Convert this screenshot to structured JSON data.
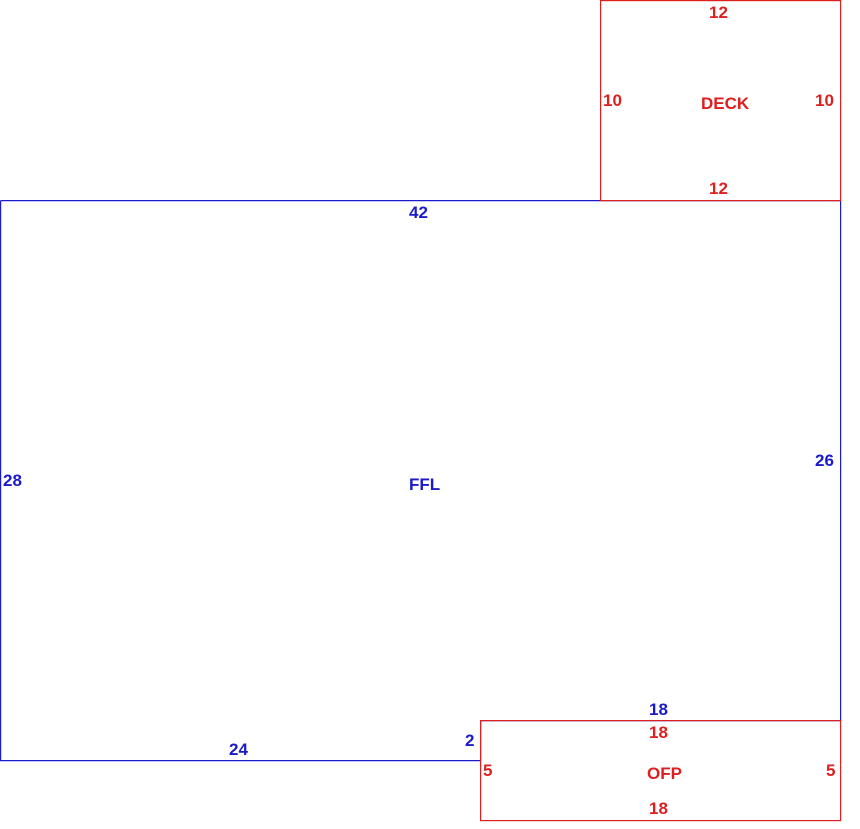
{
  "colors": {
    "main_area": "#1a1acc",
    "outbuilding": "#dd1f1f"
  },
  "areas": {
    "ffl": {
      "label": "FFL",
      "dims": {
        "top": "42",
        "left": "28",
        "right": "26",
        "bottom_left": "24",
        "step": "2",
        "bottom_right": "18"
      }
    },
    "deck": {
      "label": "DECK",
      "dims": {
        "top": "12",
        "bottom": "12",
        "left": "10",
        "right": "10"
      }
    },
    "ofp": {
      "label": "OFP",
      "dims": {
        "top": "18",
        "bottom": "18",
        "left": "5",
        "right": "5"
      }
    }
  }
}
